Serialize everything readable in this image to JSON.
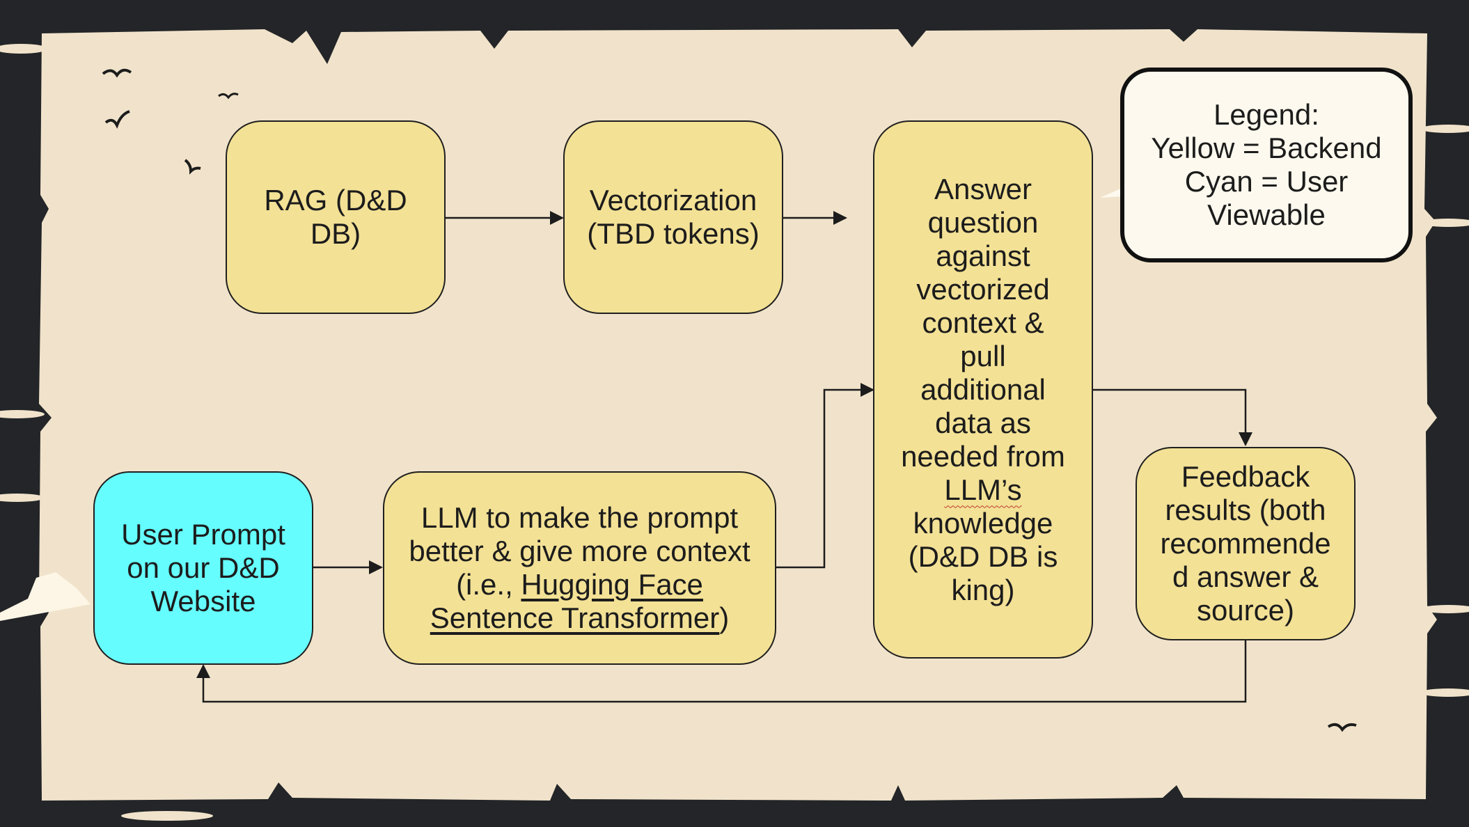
{
  "nodes": {
    "rag": {
      "line1": "RAG (D&D",
      "line2": "DB)"
    },
    "vectorization": {
      "line1": "Vectorization",
      "line2": "(TBD tokens)"
    },
    "answer": {
      "lines": [
        "Answer",
        "question",
        "against",
        "vectorized",
        "context &",
        "pull",
        "additional",
        "data as",
        "needed from"
      ],
      "llm_word": "LLM’s",
      "tail": [
        "knowledge",
        "(D&D DB is",
        "king)"
      ]
    },
    "legend": {
      "line1": "Legend:",
      "line2": "Yellow = Backend",
      "line3": "Cyan = User",
      "line4": "Viewable"
    },
    "user_prompt": {
      "line1": "User Prompt",
      "line2": "on our D&D",
      "line3": "Website"
    },
    "llm": {
      "line1": "LLM to make the prompt",
      "line2": "better & give more context",
      "line3_prefix": "(i.e., ",
      "link_part1": "Hugging Face",
      "link_part2": "Sentence Transformer",
      "line4_suffix": ")"
    },
    "feedback": {
      "line1": "Feedback",
      "line2": "results (both",
      "line3": "recommende",
      "line4": "d answer &",
      "line5": "source)"
    }
  },
  "colors": {
    "backend": "#f3e196",
    "user_viewable": "#66fdff",
    "parchment": "#f1e3cb",
    "frame": "#232528"
  }
}
